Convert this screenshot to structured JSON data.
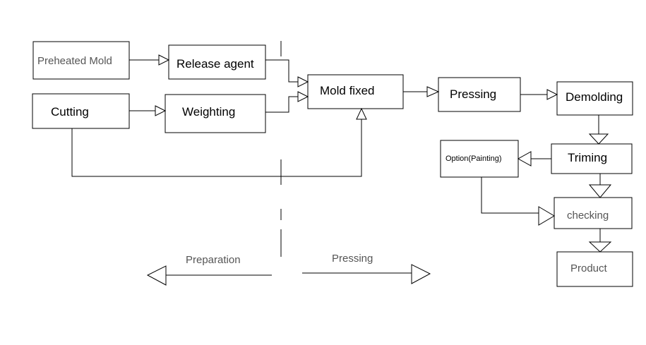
{
  "nodes": {
    "preheated_mold": "Preheated Mold",
    "release_agent": "Release agent",
    "cutting": "Cutting",
    "weighting": "Weighting",
    "mold_fixed": "Mold fixed",
    "pressing": "Pressing",
    "demolding": "Demolding",
    "triming": "Triming",
    "option_painting": "Option(Painting)",
    "checking": "checking",
    "product": "Product"
  },
  "phases": {
    "left": "Preparation",
    "right": "Pressing"
  }
}
